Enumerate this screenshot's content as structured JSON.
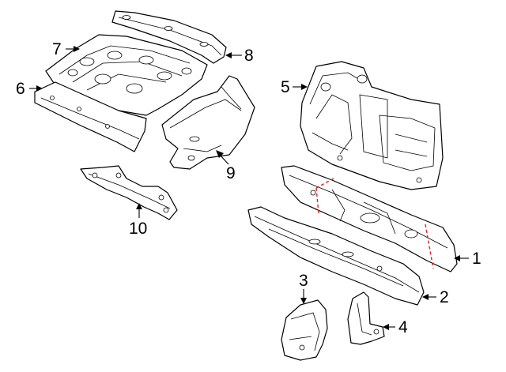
{
  "diagram": {
    "colors": {
      "line": "#000000",
      "background": "#ffffff",
      "cut_line": "#e0201e"
    },
    "callouts": [
      {
        "id": "c1",
        "label": "1"
      },
      {
        "id": "c2",
        "label": "2"
      },
      {
        "id": "c3",
        "label": "3"
      },
      {
        "id": "c4",
        "label": "4"
      },
      {
        "id": "c5",
        "label": "5"
      },
      {
        "id": "c6",
        "label": "6"
      },
      {
        "id": "c7",
        "label": "7"
      },
      {
        "id": "c8",
        "label": "8"
      },
      {
        "id": "c9",
        "label": "9"
      },
      {
        "id": "c10",
        "label": "10"
      }
    ]
  }
}
